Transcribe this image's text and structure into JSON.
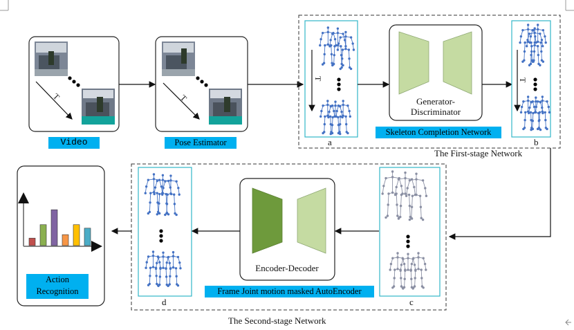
{
  "blocks": {
    "video": "Video",
    "pose_estimator": "Pose Estimator",
    "generator_discriminator": "Generator-\nDiscriminator",
    "skeleton_completion_network": "Skeleton Completion Network",
    "first_stage_network": "The First-stage Network",
    "encoder_decoder": "Encoder-Decoder",
    "fjmm_autoencoder": "Frame Joint motion masked AutoEncoder",
    "second_stage_network": "The Second-stage Network",
    "action_recognition": "Action\nRecognition"
  },
  "panel_letters": {
    "a": "a",
    "b": "b",
    "c": "c",
    "d": "d"
  },
  "time_symbol": "T",
  "colors": {
    "accent_cyan": "#00B0F0",
    "skeleton_blue": "#4472C4",
    "skeleton_gray": "#8A8FA3",
    "dark_green": "#6E9A3C",
    "light_green": "#C5DBA2",
    "panel_border": "#31B6C8"
  },
  "action_bars": [
    {
      "value": 0.15,
      "color": "#C0504D"
    },
    {
      "value": 0.42,
      "color": "#8BB050"
    },
    {
      "value": 0.72,
      "color": "#8064A2"
    },
    {
      "value": 0.22,
      "color": "#F79646"
    },
    {
      "value": 0.42,
      "color": "#FFC000"
    },
    {
      "value": 0.35,
      "color": "#4BACC6"
    }
  ]
}
